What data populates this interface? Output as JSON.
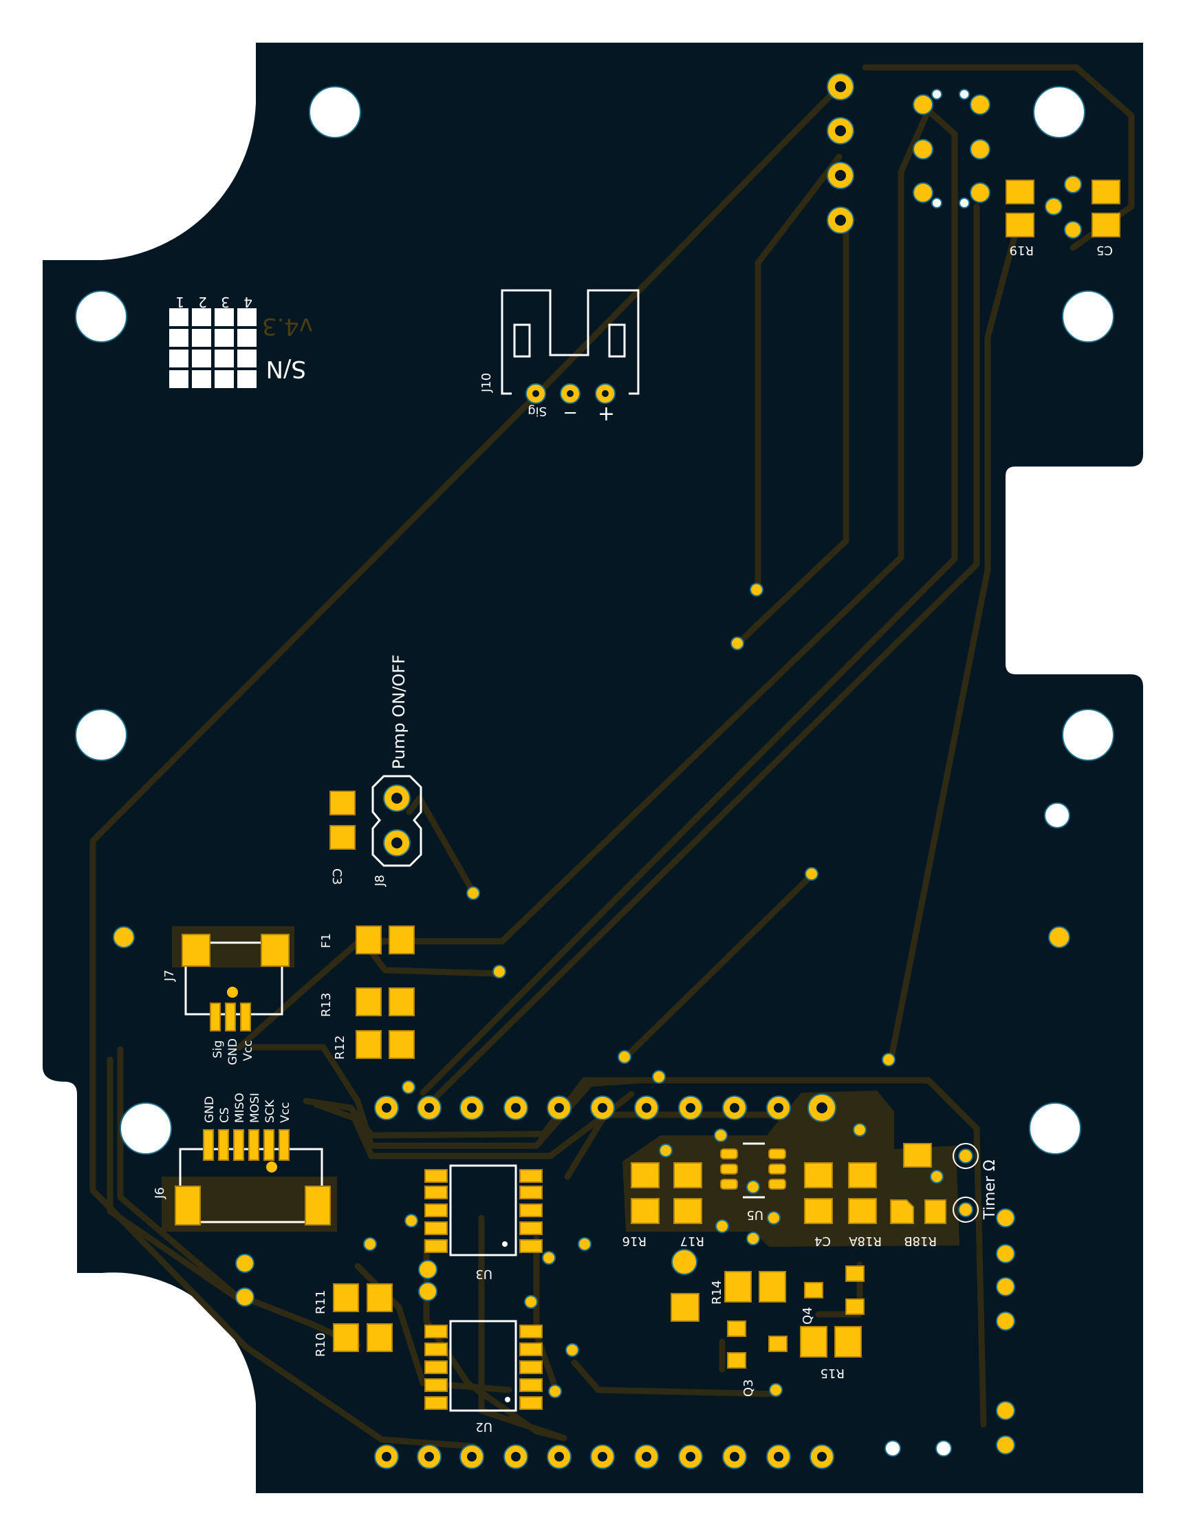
{
  "board": {
    "colors": {
      "background": "#ffffff",
      "board": "#041723",
      "trace": "#2f2a14",
      "copper": "#ffc107",
      "pad_edge": "#b58400",
      "silkscreen": "#ffffff",
      "version_text": "#4a3d14",
      "hole": "#ffffff"
    },
    "version": "v4.3",
    "serial_label": "S/N",
    "serial_grid_numbers": [
      "1",
      "2",
      "3",
      "4"
    ],
    "labels": {
      "j10": "J10",
      "j10_sig": "Sig",
      "j10_minus": "−",
      "j10_plus": "+",
      "r19": "R19",
      "c5": "C5",
      "pump": "Pump ON/OFF",
      "j8": "J8",
      "c3": "C3",
      "f1": "F1",
      "j7": "J7",
      "r13": "R13",
      "r12": "R12",
      "j7_sig": "Sig",
      "j7_gnd": "GND",
      "j7_vcc": "Vcc",
      "j6": "J6",
      "j6_gnd": "GND",
      "j6_cs": "CS",
      "j6_miso": "MISO",
      "j6_mosi": "MOSI",
      "j6_sck": "SCK",
      "j6_vcc": "Vcc",
      "u3": "U3",
      "u2": "U2",
      "u5": "U5",
      "r16": "R16",
      "r17": "R17",
      "c4": "C4",
      "r18a": "R18A",
      "r18b": "R18B",
      "timer": "Timer Ω",
      "r14": "R14",
      "q4": "Q4",
      "q3": "Q3",
      "r15": "R15",
      "r11": "R11",
      "r10": "R10"
    }
  }
}
